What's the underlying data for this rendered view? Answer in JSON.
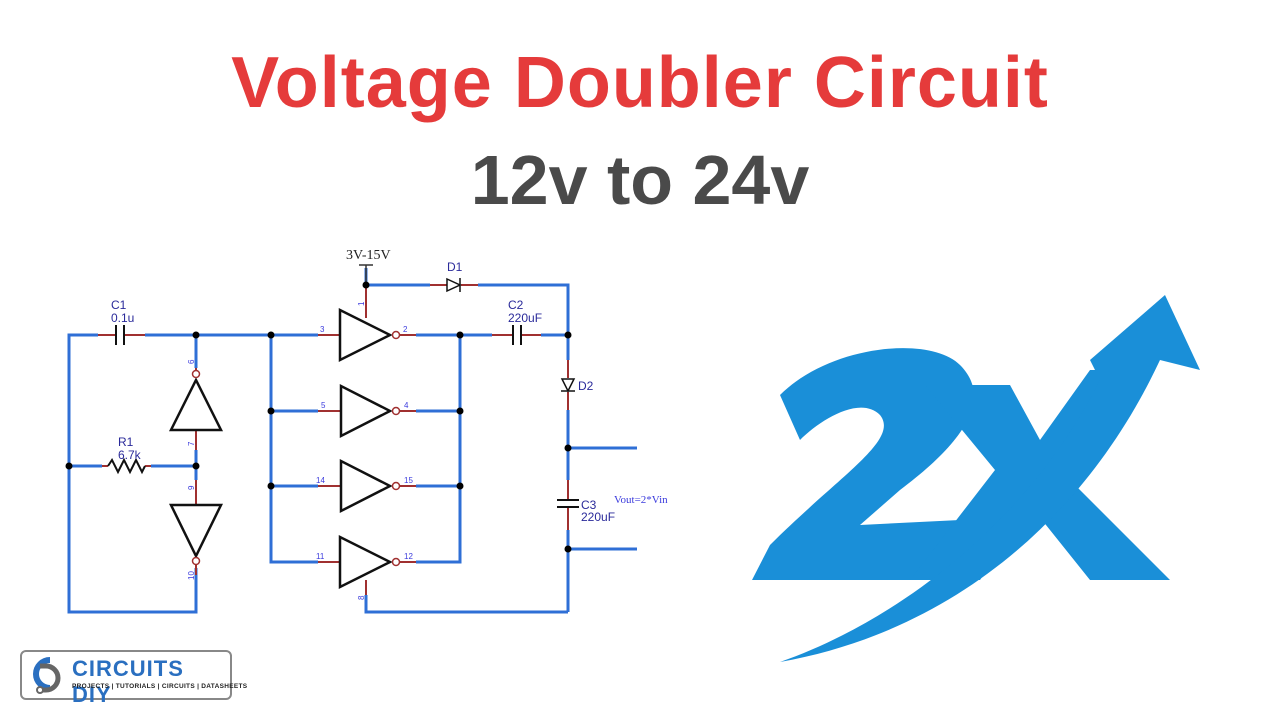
{
  "title": "Voltage Doubler Circuit",
  "subtitle": "12v to 24v",
  "circuit": {
    "supply": "3V-15V",
    "c1": {
      "name": "C1",
      "value": "0.1u"
    },
    "r1": {
      "name": "R1",
      "value": "6.7k"
    },
    "c2": {
      "name": "C2",
      "value": "220uF"
    },
    "c3": {
      "name": "C3",
      "value": "220uF"
    },
    "d1": "D1",
    "d2": "D2",
    "vout": "Vout=2*Vin",
    "pins": [
      "1",
      "2",
      "3",
      "4",
      "5",
      "6",
      "7",
      "8",
      "9",
      "10",
      "11",
      "12",
      "14",
      "15"
    ]
  },
  "badge": {
    "text": "2X",
    "color": "#1a8fd8"
  },
  "logo": {
    "name": "CIRCUITS DIY",
    "tagline": "PROJECTS | TUTORIALS | CIRCUITS | DATASHEETS",
    "mark": "CD"
  },
  "colors": {
    "title": "#e53b3b",
    "subtitle": "#4a4a4a",
    "wire": "#2f6fd6",
    "lead": "#a03030"
  }
}
